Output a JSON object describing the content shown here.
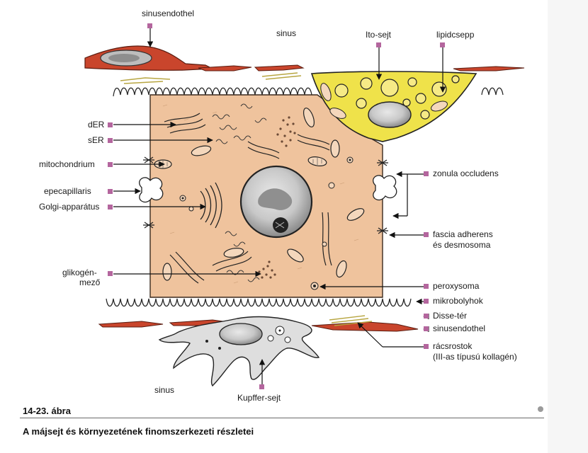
{
  "labels": {
    "sinusendothel_top": "sinusendothel",
    "sinus_top": "sinus",
    "ito": "Ito-sejt",
    "lipid": "lipidcsepp",
    "der": "dER",
    "ser": "sER",
    "mito": "mitochondrium",
    "epicap": "epecapillaris",
    "golgi": "Golgi-apparátus",
    "glyco1": "glikogén-",
    "glyco2": "mező",
    "zonula": "zonula occludens",
    "fascia1": "fascia adherens",
    "fascia2": "és desmosoma",
    "perox": "peroxysoma",
    "mikro": "mikrobolyhok",
    "disse": "Disse-tér",
    "sinusendothel_bottom": "sinusendothel",
    "racs1": "rácsrostok",
    "racs2": "(III-as típusú kollagén)",
    "kupffer": "Kupffer-sejt",
    "sinus_bottom": "sinus"
  },
  "figure": {
    "number": "14-23. ábra",
    "caption": "A májsejt és környezetének finomszerkezeti részletei"
  },
  "colors": {
    "hepatocyte": "#efc39d",
    "endothelium": "#c9452c",
    "ito_cell": "#efe24a",
    "kupffer": "#d9d9d9",
    "marker": "#b4669e"
  }
}
